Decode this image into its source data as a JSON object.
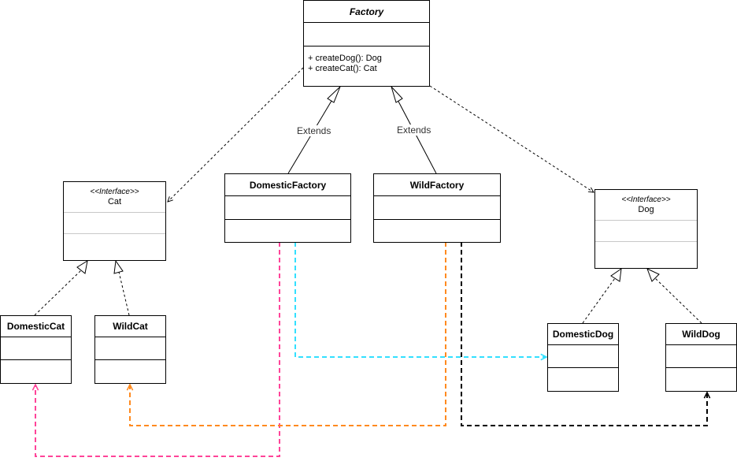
{
  "classes": {
    "factory": {
      "name": "Factory",
      "ops": [
        "+ createDog():  Dog",
        "+ createCat():  Cat"
      ]
    },
    "domestic_factory": {
      "name": "DomesticFactory"
    },
    "wild_factory": {
      "name": "WildFactory"
    },
    "cat": {
      "stereotype": "<<Interface>>",
      "name": "Cat"
    },
    "dog": {
      "stereotype": "<<Interface>>",
      "name": "Dog"
    },
    "domestic_cat": {
      "name": "DomesticCat"
    },
    "wild_cat": {
      "name": "WildCat"
    },
    "domestic_dog": {
      "name": "DomesticDog"
    },
    "wild_dog": {
      "name": "WildDog"
    }
  },
  "edge_labels": {
    "extends_left": "Extends",
    "extends_right": "Extends"
  },
  "colors": {
    "pink": "#ff4499",
    "cyan": "#33e0ff",
    "orange": "#ff8a1f",
    "black": "#000000",
    "gray_divider": "#c8c8c8"
  }
}
